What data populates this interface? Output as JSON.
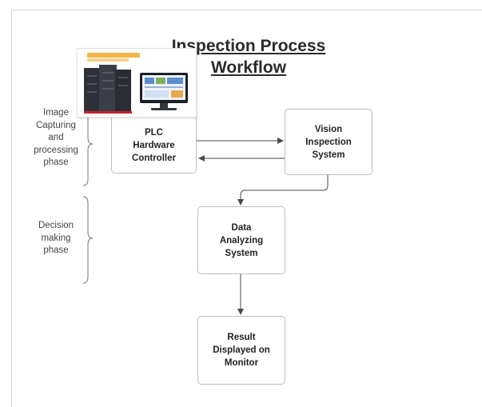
{
  "diagram": {
    "title": "Inspection Process Workflow",
    "nodes": {
      "plc": "PLC\nHardware\nController",
      "vision": "Vision\nInspection\nSystem",
      "analyzing": "Data\nAnalyzing\nSystem",
      "result": "Result\nDisplayed on\nMonitor"
    },
    "phases": {
      "capture": "Image\nCapturing\nand\nprocessing\nphase",
      "decision": "Decision\nmaking\nphase"
    },
    "edges": [
      {
        "from": "plc",
        "to": "vision"
      },
      {
        "from": "vision",
        "to": "plc"
      },
      {
        "from": "vision",
        "to": "analyzing"
      },
      {
        "from": "analyzing",
        "to": "result"
      }
    ]
  },
  "colors": {
    "line": "#4a4a4a",
    "box_border": "#bdbdbd",
    "server_rack": "#2e3138",
    "monitor_screen": "#5b8fd1",
    "banner": "#f3b449"
  },
  "icons": [
    "server-rack-icon",
    "computer-monitor-icon"
  ]
}
